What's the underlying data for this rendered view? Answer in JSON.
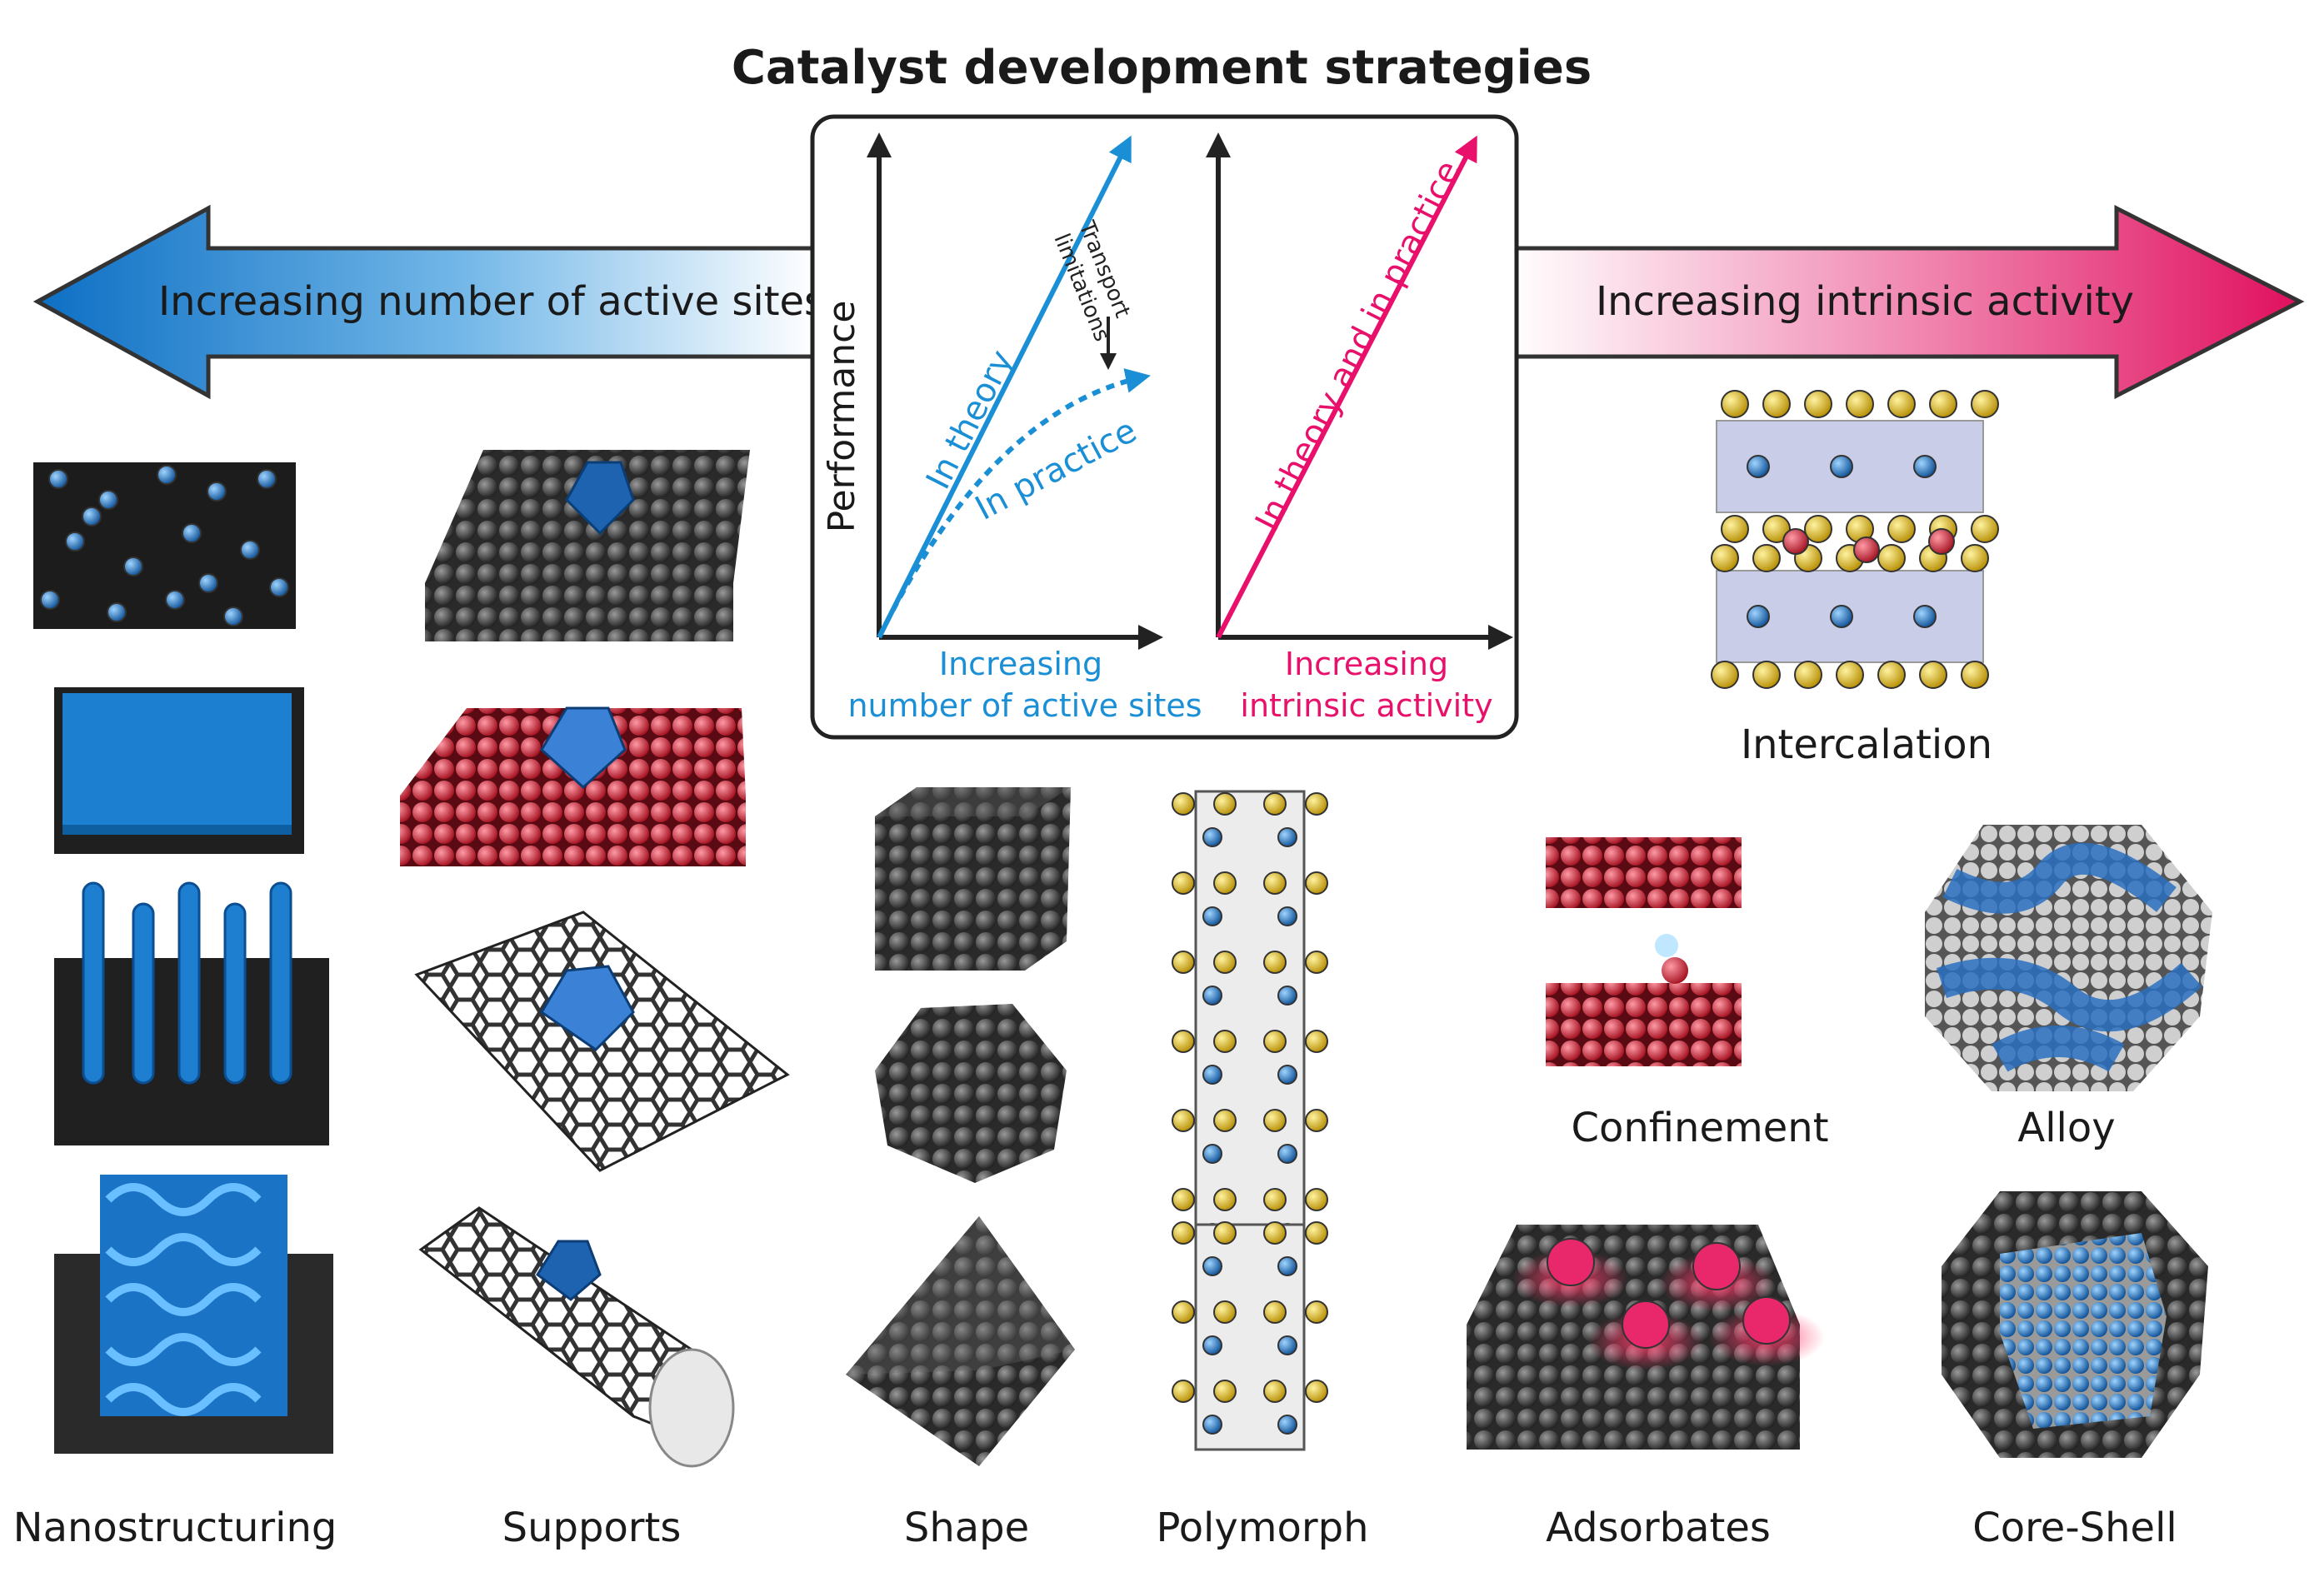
{
  "title": "Catalyst development strategies",
  "arrows": {
    "left": "Increasing number of active sites",
    "right": "Increasing intrinsic activity"
  },
  "inset": {
    "y_label": "Performance",
    "left_plot": {
      "x_label_line1": "Increasing",
      "x_label_line2": "number of active sites",
      "theory": "In theory",
      "practice": "In practice",
      "transport_line1": "Transport",
      "transport_line2": "limitations"
    },
    "right_plot": {
      "x_label_line1": "Increasing",
      "x_label_line2": "intrinsic activity",
      "line": "In theory and in practice"
    }
  },
  "strategies": {
    "nanostructuring": "Nanostructuring",
    "supports": "Supports",
    "shape": "Shape",
    "polymorph": "Polymorph",
    "adsorbates": "Adsorbates",
    "core_shell": "Core-Shell",
    "confinement": "Confinement",
    "alloy": "Alloy",
    "intercalation": "Intercalation"
  },
  "colors": {
    "blue": "#1a8fd6",
    "pink": "#e8106a",
    "atom_dark": "#3a3a3a",
    "atom_red": "#d8283a",
    "atom_yellow": "#e6c21a",
    "atom_blue": "#2f6fb5"
  }
}
